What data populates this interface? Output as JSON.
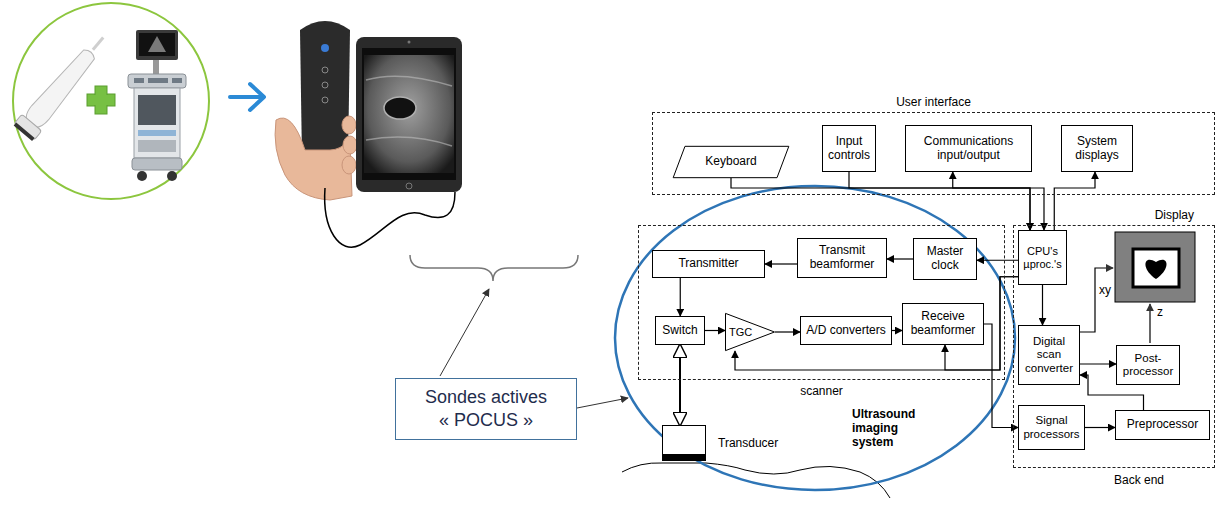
{
  "diagram": {
    "nodes": [
      {
        "text": [
          "User interface"
        ]
      },
      {
        "text": [
          "Keyboard"
        ],
        "in": 0
      },
      {
        "text": [
          "Input controls"
        ],
        "in": 0
      },
      {
        "text": [
          "Communications input/output"
        ],
        "in": 0
      },
      {
        "text": [
          "System displays"
        ],
        "in": 0
      },
      {
        "text": [
          "scanner"
        ]
      },
      {
        "text": [
          "Transmitter"
        ],
        "in": 5
      },
      {
        "text": [
          "Transmit beamformer"
        ],
        "in": 5
      },
      {
        "text": [
          "Master clock"
        ],
        "in": 5
      },
      {
        "text": [
          "Switch"
        ],
        "in": 5
      },
      {
        "text": [
          "TGC"
        ],
        "in": 5
      },
      {
        "text": [
          "A/D converters"
        ],
        "in": 5
      },
      {
        "text": [
          "Receive beamformer"
        ],
        "in": 5
      },
      {
        "text": [
          "Display",
          "Back end"
        ]
      },
      {
        "text": [
          "CPU's µproc.'s"
        ],
        "in": 13
      },
      {
        "text": [
          "Digital scan converter"
        ],
        "in": 13
      },
      {
        "text": [
          "Post-processor"
        ],
        "in": 13
      },
      {
        "text": [
          "Signal processors"
        ],
        "in": 13
      },
      {
        "text": [
          "Preprocessor"
        ],
        "in": 13
      },
      {
        "text": [
          "Transducer"
        ]
      },
      {
        "text": [
          "Sondes actives « POCUS »"
        ]
      }
    ],
    "edges": [
      {
        "from": 1,
        "to": 14,
        "arrow": "to"
      },
      {
        "from": 2,
        "to": 14,
        "arrow": "to"
      },
      {
        "from": 3,
        "to": 14,
        "arrow": "both"
      },
      {
        "from": 14,
        "to": 4,
        "arrow": "to"
      },
      {
        "from": 8,
        "to": 7,
        "arrow": "to"
      },
      {
        "from": 7,
        "to": 6,
        "arrow": "to"
      },
      {
        "from": 14,
        "to": 8,
        "arrow": "to"
      },
      {
        "from": 6,
        "to": 9,
        "arrow": "to"
      },
      {
        "from": 9,
        "to": 19,
        "arrow": "both"
      },
      {
        "from": 9,
        "to": 10,
        "arrow": "to"
      },
      {
        "from": 10,
        "to": 11,
        "arrow": "to"
      },
      {
        "from": 11,
        "to": 12,
        "arrow": "to"
      },
      {
        "from": 12,
        "to": 17,
        "arrow": "to"
      },
      {
        "from": 14,
        "to": 10,
        "arrow": "to"
      },
      {
        "from": 14,
        "to": 12,
        "arrow": "to"
      },
      {
        "from": 14,
        "to": 15,
        "arrow": "to"
      },
      {
        "from": 15,
        "to": 16,
        "arrow": "to"
      },
      {
        "from": 17,
        "to": 18,
        "arrow": "to"
      },
      {
        "from": 18,
        "to": 15,
        "arrow": "to"
      }
    ],
    "labels": [
      "Ultrasound imaging system",
      "xy",
      "z"
    ]
  }
}
